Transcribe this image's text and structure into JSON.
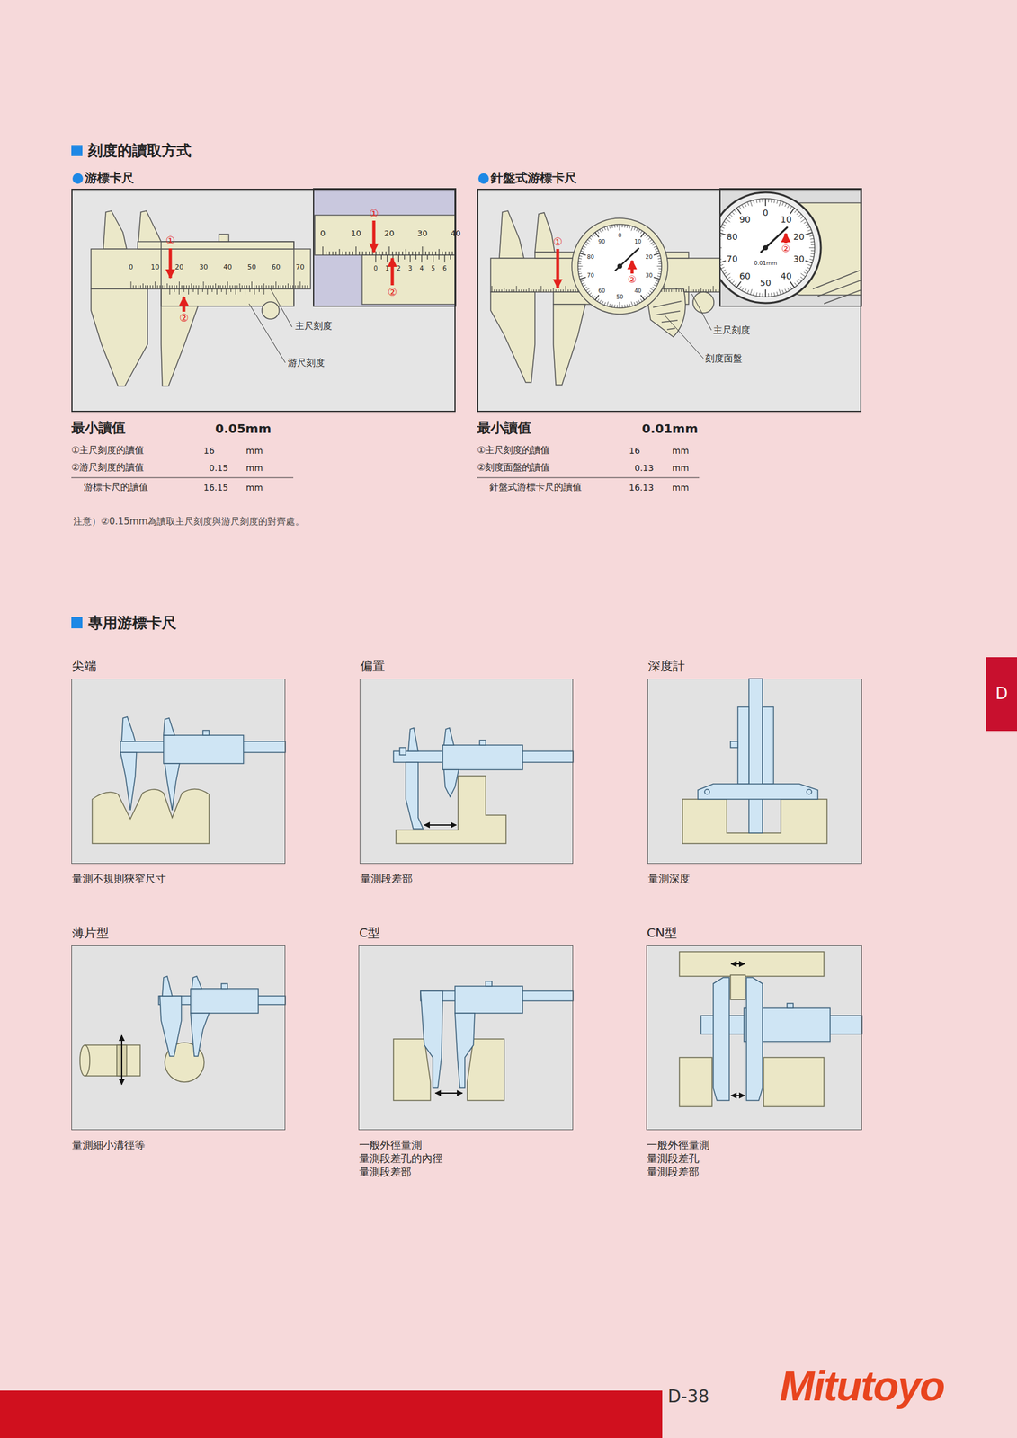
{
  "diagram": {
    "title": "刻度的讀取方式",
    "nodes": [
      {
        "text": [
          "游標卡尺"
        ]
      },
      {
        "text": [
          "針盤式游標卡尺"
        ]
      },
      {
        "text": [
          "尖端",
          "量測不規則狹窄尺寸"
        ]
      },
      {
        "text": [
          "偏置",
          "量測段差部"
        ]
      },
      {
        "text": [
          "深度計",
          "量測深度"
        ]
      },
      {
        "text": [
          "薄片型",
          "量測細小溝徑等"
        ]
      },
      {
        "text": [
          "C型",
          "一般外徑量測 量測段差孔的內徑 量測段差部"
        ]
      },
      {
        "text": [
          "CN型",
          "一般外徑量測 量測段差孔 量測段差部"
        ]
      },
      {
        "text": [
          "D"
        ]
      }
    ],
    "labels": [
      "①",
      "②",
      "0",
      "10",
      "20",
      "30",
      "40",
      "50",
      "60",
      "70",
      "主尺刻度",
      "游尺刻度",
      "①",
      "②",
      "0",
      "10",
      "20",
      "30",
      "40",
      "0",
      "1",
      "2",
      "3",
      "4",
      "5",
      "6",
      "①",
      "②",
      "0",
      "10",
      "20",
      "30",
      "40",
      "50",
      "60",
      "70",
      "80",
      "90",
      "主尺刻度",
      "刻度面盤",
      "0",
      "10",
      "20",
      "30",
      "40",
      "50",
      "60",
      "70",
      "80",
      "90",
      "②",
      "0.01mm",
      "最小讀值",
      "0.05mm",
      "①主尺刻度的讀值",
      "16",
      "mm",
      "②游尺刻度的讀值",
      "0.15",
      "mm",
      "游標卡尺的讀值",
      "16.15",
      "mm",
      "注意）②0.15mm為讀取主尺刻度與游尺刻度的對齊處。",
      "最小讀值",
      "0.01mm",
      "①主尺刻度的讀值",
      "16",
      "mm",
      "②刻度面盤的讀值",
      "0.13",
      "mm",
      "針盤式游標卡尺的讀值",
      "16.13",
      "mm",
      "專用游標卡尺",
      "D-38",
      "Mitutoyo"
    ]
  }
}
